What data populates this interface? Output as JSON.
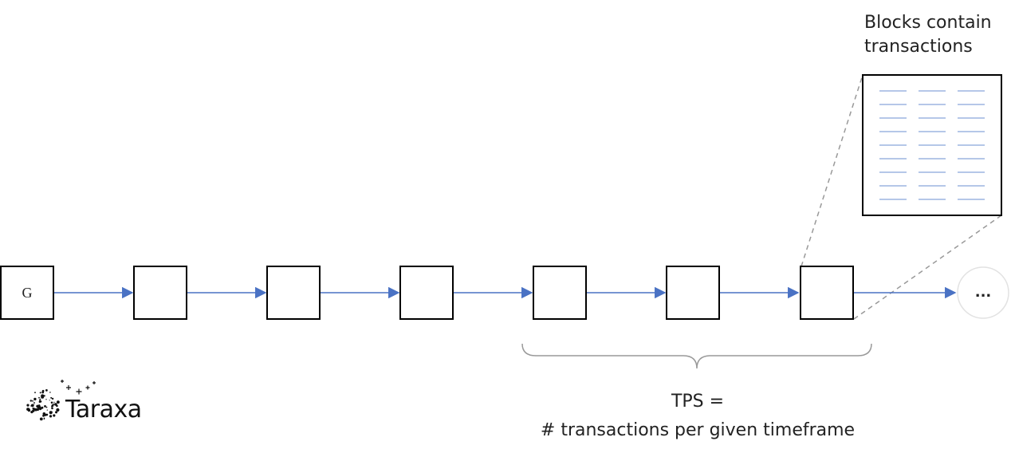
{
  "callout": {
    "title_line1": "Blocks contain",
    "title_line2": "transactions",
    "rows_per_column": 9,
    "columns": 3
  },
  "chain": {
    "genesis_label": "G",
    "more_label": "...",
    "block_count": 7,
    "colors": {
      "arrow": "#4a72c4",
      "block_border": "#000000",
      "tx_line": "#6b8fd0",
      "dashed": "#999999",
      "brace": "#999999"
    }
  },
  "caption": {
    "line1": "TPS =",
    "line2": "# transactions per given timeframe"
  },
  "logo": {
    "text": "Taraxa"
  }
}
